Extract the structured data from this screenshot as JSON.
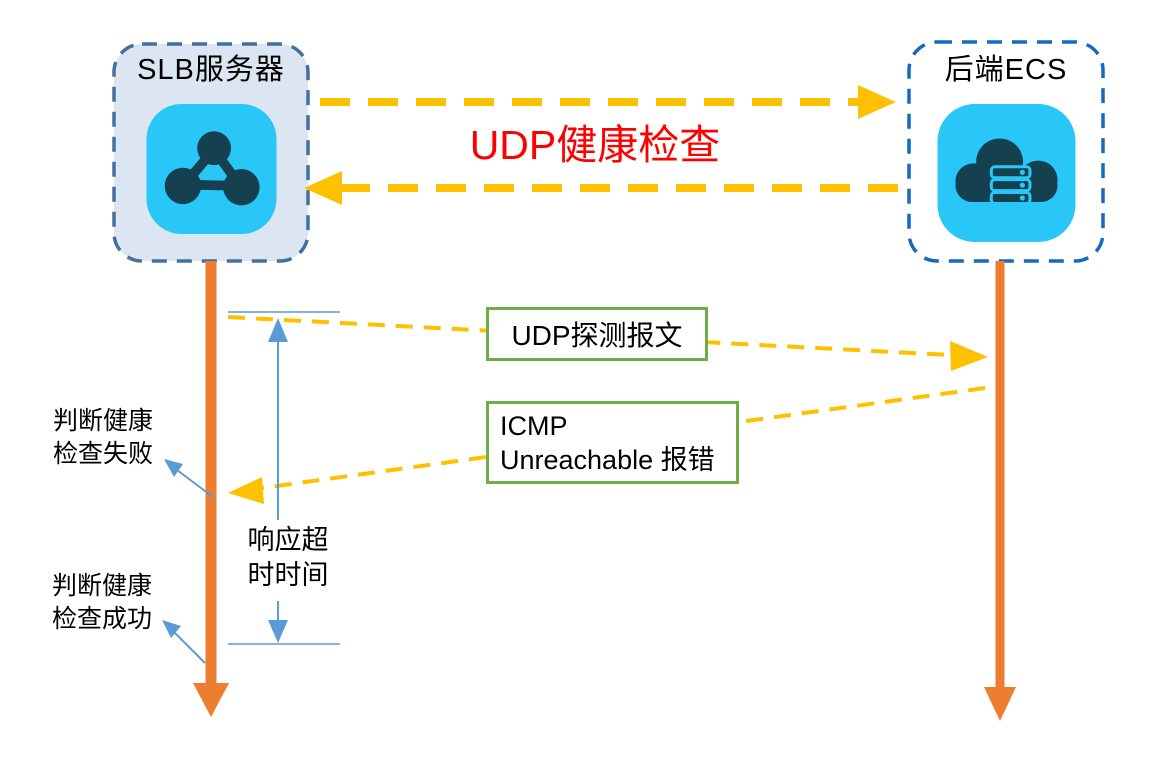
{
  "nodes": {
    "slb": {
      "label": "SLB服务器",
      "icon": "network-nodes-icon"
    },
    "ecs": {
      "label": "后端ECS",
      "icon": "cloud-server-icon"
    }
  },
  "health_check": {
    "label": "UDP健康检查"
  },
  "messages": {
    "udp_probe": {
      "label": "UDP探测报文"
    },
    "icmp_unreachable": {
      "line1": "ICMP",
      "line2": "Unreachable 报错"
    }
  },
  "annotations": {
    "check_fail": {
      "line1": "判断健康",
      "line2": "检查失败"
    },
    "check_success": {
      "line1": "判断健康",
      "line2": "检查成功"
    },
    "response_timeout": {
      "line1": "响应超",
      "line2": "时时间"
    }
  },
  "colors": {
    "health_check_arrow": "#FFC000",
    "lifeline_arrow": "#ED7D31",
    "health_check_label": "#FF0000",
    "message_box_border": "#70AD47",
    "annotation_blue": "#5B9BD5",
    "slb_frame_border": "#44709D",
    "slb_frame_fill": "#DCE6F3",
    "ecs_frame_border": "#1569C0",
    "icon_background": "#29C6F8",
    "icon_glyph": "#14404F"
  }
}
